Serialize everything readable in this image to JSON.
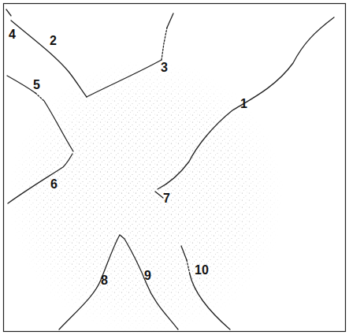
{
  "diagram": {
    "labels": [
      "4",
      "2",
      "3",
      "5",
      "1",
      "6",
      "7",
      "8",
      "9",
      "10"
    ]
  }
}
